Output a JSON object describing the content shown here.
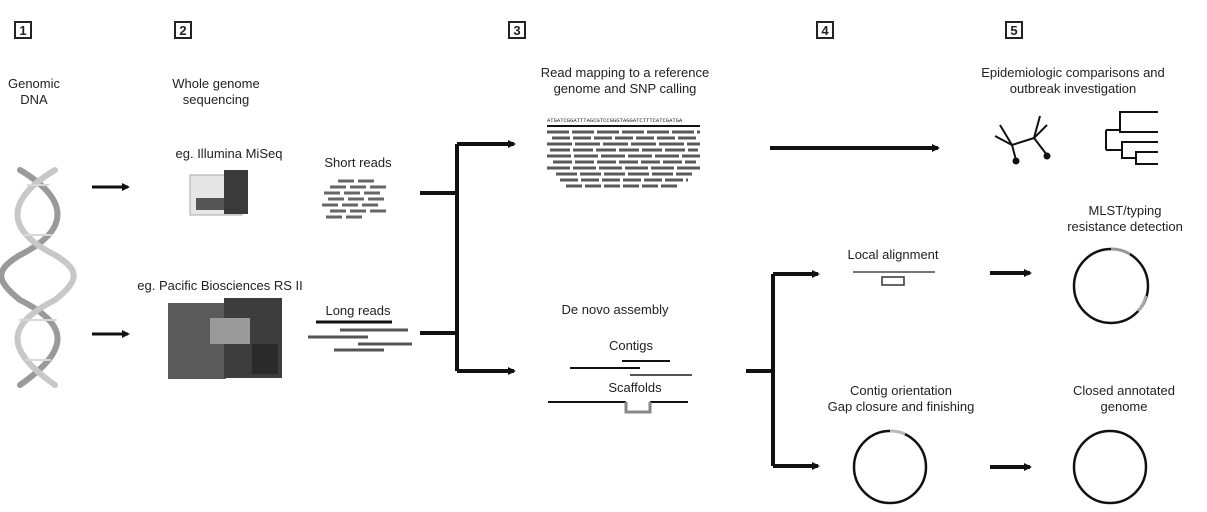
{
  "steps": [
    "1",
    "2",
    "3",
    "4",
    "5"
  ],
  "labels": {
    "genomic_dna": [
      "Genomic",
      "DNA"
    ],
    "wgs": [
      "Whole genome",
      "sequencing"
    ],
    "illumina": "eg. Illumina MiSeq",
    "pacbio": "eg. Pacific Biosciences RS II",
    "short_reads": "Short reads",
    "long_reads": "Long reads",
    "read_mapping": [
      "Read mapping to a reference",
      "genome and SNP calling"
    ],
    "reference_sequence": "ATGATCGGATTTAGCGTCCGGGTAGGATCTTTCATCGATGA",
    "de_novo": "De novo assembly",
    "contigs": "Contigs",
    "scaffolds": "Scaffolds",
    "epidemiologic": [
      "Epidemiologic comparisons and",
      "outbreak investigation"
    ],
    "local_alignment": "Local alignment",
    "mlst": [
      "MLST/typing",
      "resistance detection"
    ],
    "contig_orientation": [
      "Contig orientation",
      "Gap closure and finishing"
    ],
    "closed_genome": [
      "Closed annotated",
      "genome"
    ]
  }
}
